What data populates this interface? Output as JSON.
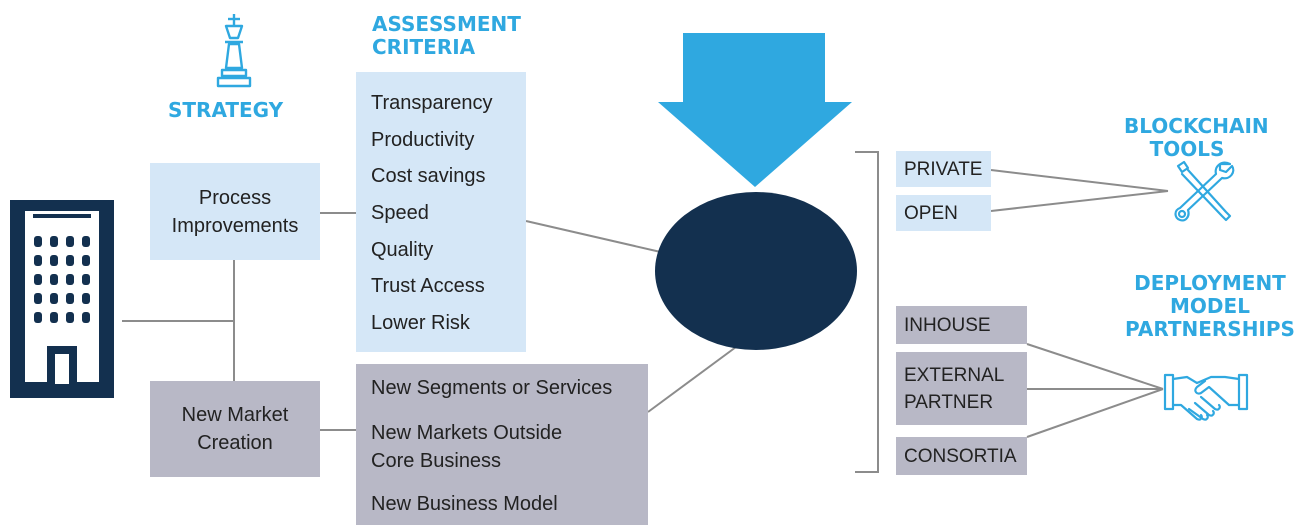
{
  "strategy": {
    "icon": "chess-king-icon",
    "heading": "STRATEGY",
    "process_improvements": "Process Improvements",
    "new_market_creation": "New Market Creation"
  },
  "building_icon": "office-building-icon",
  "assessment": {
    "heading_line1": "ASSESSMENT",
    "heading_line2": "CRITERIA",
    "items": [
      "Transparency",
      "Productivity",
      "Cost savings",
      "Speed",
      "Quality",
      "Trust Access",
      "Lower Risk"
    ]
  },
  "new_markets": {
    "items": [
      "New Segments or Services",
      "New Markets Outside",
      "Core Business",
      "New Business Model"
    ]
  },
  "arrow_icon": "down-arrow-icon",
  "hub_ellipse": "",
  "blockchain_tools": {
    "heading_line1": "BLOCKCHAIN",
    "heading_line2": "TOOLS",
    "icon": "tools-icon",
    "items": [
      "PRIVATE",
      "OPEN"
    ]
  },
  "deployment": {
    "heading_line1": "DEPLOYMENT",
    "heading_line2": "MODEL",
    "heading_line3": "PARTNERSHIPS",
    "icon": "handshake-icon",
    "items": [
      "INHOUSE",
      "EXTERNAL",
      "PARTNER",
      "CONSORTIA"
    ]
  },
  "colors": {
    "accent_blue": "#2fa8e0",
    "dark_navy": "#13304f",
    "light_blue_box": "#d5e7f7",
    "grey_box": "#b8b8c6",
    "connector_grey": "#8c8c8c"
  }
}
